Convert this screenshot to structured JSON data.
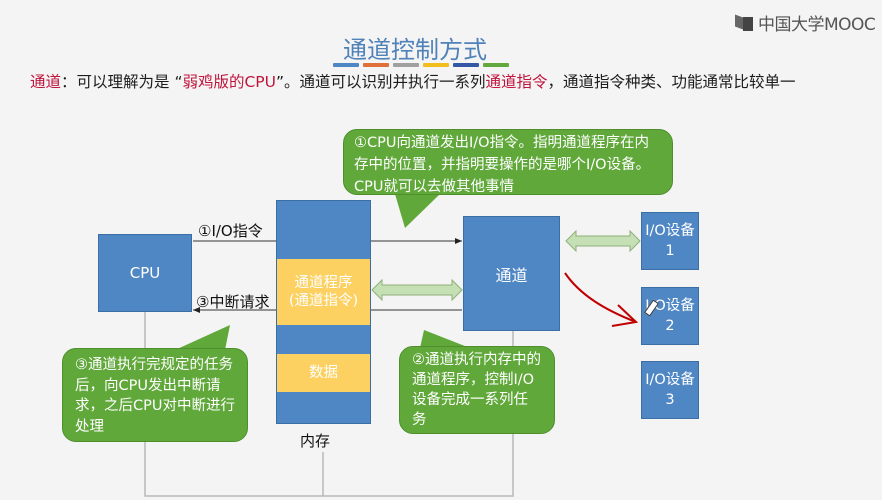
{
  "logo": {
    "text": "中国大学MOOC"
  },
  "slide": {
    "title": "通道控制方式",
    "title_bar_colors": [
      "#4f86c4",
      "#e0703a",
      "#a0a0a0",
      "#f2be1e",
      "#3558a6",
      "#63a83c"
    ],
    "intro": {
      "term": "通道",
      "part1": "：可以理解为是 “",
      "highlight1": "弱鸡版的CPU",
      "part2": "”。通道可以识别并执行一系列",
      "highlight2": "通道指令",
      "part3": "，通道指令种类、功能通常比较单一"
    }
  },
  "diagram": {
    "cpu": "CPU",
    "channel": "通道",
    "memory": {
      "label": "内存",
      "program_line1": "通道程序",
      "program_line2": "(通道指令)",
      "data": "数据"
    },
    "io_devices": [
      "I/O设备1",
      "I/O设备2",
      "I/O设备3"
    ],
    "arrow_io_instruction": "①I/O指令",
    "arrow_interrupt": "③中断请求",
    "callouts": {
      "step1": "①CPU向通道发出I/O指令。指明通道程序在内存中的位置，并指明要操作的是哪个I/O设备。CPU就可以去做其他事情",
      "step2": "②通道执行内存中的通道程序，控制I/O设备完成一系列任务",
      "step3": "③通道执行完规定的任务后，向CPU发出中断请求，之后CPU对中断进行处理"
    },
    "colors": {
      "box_blue": "#4f86c4",
      "memory_slot_yellow": "#fcd061",
      "callout_green": "#61a83b",
      "arrow_green": "#c5e0b4",
      "annotation_red": "#c00000",
      "highlight_red": "#c0143c"
    }
  }
}
